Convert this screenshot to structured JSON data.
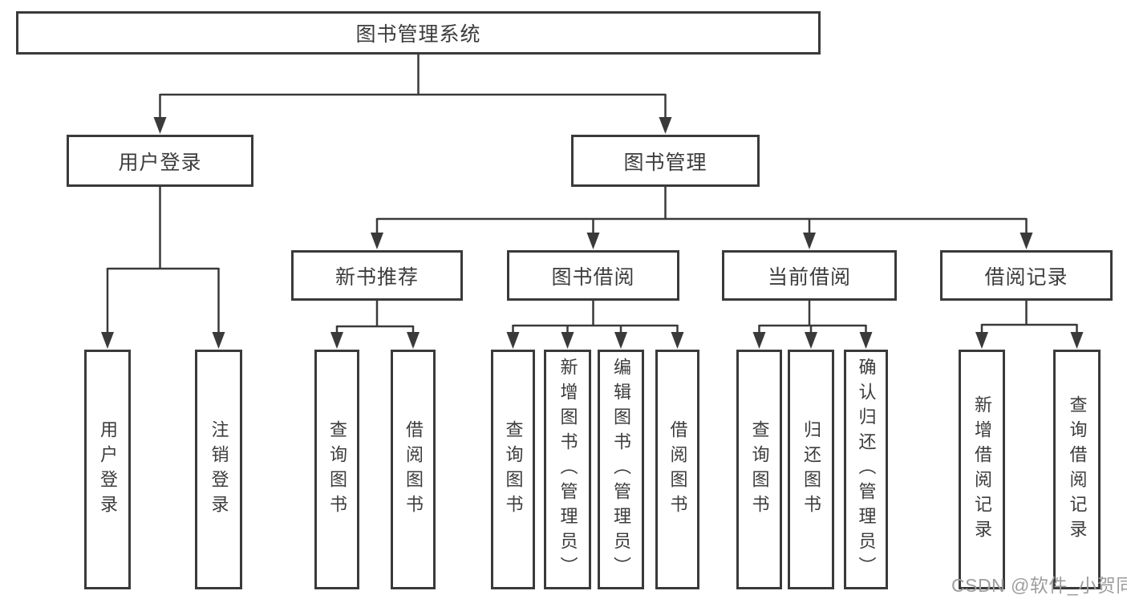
{
  "diagram": {
    "title": "图书管理系统",
    "nodes": {
      "root": "图书管理系统",
      "user_login": "用户登录",
      "book_management": "图书管理",
      "new_book_recommend": "新书推荐",
      "book_borrowing": "图书借阅",
      "current_borrowing": "当前借阅",
      "borrowing_records": "借阅记录",
      "user_login_leaf": "用户登录",
      "logout_leaf": "注销登录",
      "nb_query_books": "查询图书",
      "nb_borrow_books": "借阅图书",
      "bb_query_books": "查询图书",
      "bb_add_books": "新增图书（管理员）",
      "bb_edit_books": "编辑图书（管理员）",
      "bb_borrow_books": "借阅图书",
      "cb_query_books": "查询图书",
      "cb_return_books": "归还图书",
      "cb_confirm_return": "确认归还（管理员）",
      "br_add_record": "新增借阅记录",
      "br_query_record": "查询借阅记录"
    }
  },
  "watermark": {
    "text": "CSDN @软件_小贺同学"
  },
  "colors": {
    "line": "#3a3a3a",
    "text": "#3c3c3c",
    "watermark": "#9d9d9d",
    "background": "#ffffff"
  }
}
